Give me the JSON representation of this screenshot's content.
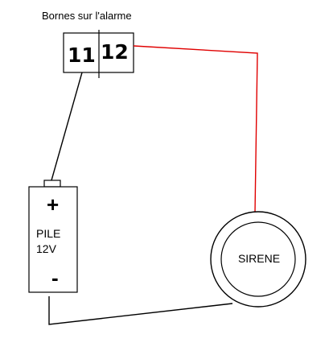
{
  "terminal_block": {
    "caption": "Bornes sur l'alarme",
    "terminal_left": "11",
    "terminal_right": "12"
  },
  "battery": {
    "positive_symbol": "+",
    "label_line1": "PILE",
    "label_line2": "12V",
    "negative_symbol": "-"
  },
  "siren": {
    "label": "SIRENE"
  },
  "colors": {
    "wire_black": "#000000",
    "wire_red": "#e00000",
    "background": "#ffffff"
  }
}
